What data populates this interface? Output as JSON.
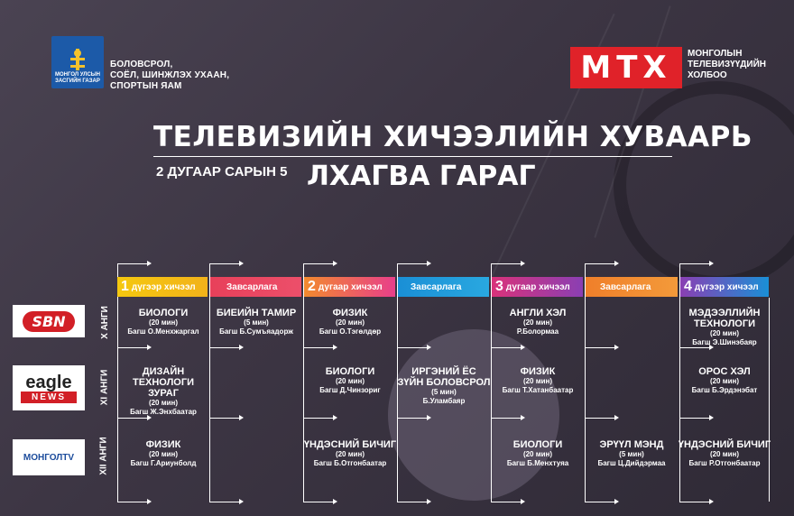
{
  "header": {
    "emblem_text": "МОНГОЛ УЛСЫН\nЗАСГИЙН ГАЗАР",
    "ministry": "БОЛОВСРОЛ,\nСОЁЛ, ШИНЖЛЭХ УХААН,\nСПОРТЫН ЯАМ",
    "mtx_logo": "МТХ",
    "mtx_name": "МОНГОЛЫН\nТЕЛЕВИЗҮҮДИЙН\nХОЛБОО",
    "title": "ТЕЛЕВИЗИЙН ХИЧЭЭЛИЙН ХУВААРЬ",
    "date": "2 ДУГААР САРЫН 5",
    "weekday": "ЛХАГВА ГАРАГ"
  },
  "columns": [
    {
      "num": "1",
      "label": "дүгээр хичээл",
      "color": "#f2c20e"
    },
    {
      "num": "",
      "label": "Завсарлага",
      "color": "#e8405a"
    },
    {
      "num": "2",
      "label": "дугаар хичээл",
      "color": "#e83f8a"
    },
    {
      "num": "",
      "label": "Завсарлага",
      "color": "#1f9bd7"
    },
    {
      "num": "3",
      "label": "дугаар хичээл",
      "color": "#d9327a"
    },
    {
      "num": "",
      "label": "Завсарлага",
      "color": "#f07f2a"
    },
    {
      "num": "4",
      "label": "дүгээр хичээл",
      "color": "#1a8fd6"
    }
  ],
  "rows": [
    {
      "grade": "X АНГИ",
      "channel": "SBN"
    },
    {
      "grade": "XI АНГИ",
      "channel": "eagle NEWS"
    },
    {
      "grade": "XII АНГИ",
      "channel": "МОНГОЛTV"
    }
  ],
  "cells": {
    "r0c0": {
      "subj": "БИОЛОГИ",
      "dur": "(20 мин)",
      "teach": "Багш О.Менхжаргал"
    },
    "r0c1": {
      "subj": "БИЕИЙН ТАМИР",
      "dur": "(5 мин)",
      "teach": "Багш Б.Сумъяадорж"
    },
    "r0c2": {
      "subj": "ФИЗИК",
      "dur": "(20 мин)",
      "teach": "Багш О.Тэгөлдөр"
    },
    "r0c4": {
      "subj": "АНГЛИ ХЭЛ",
      "dur": "(20 мин)",
      "teach": "Р.Болормаа"
    },
    "r0c6": {
      "subj": "МЭДЭЭЛЛИЙН\nТЕХНОЛОГИ",
      "dur": "(20 мин)",
      "teach": "Багш Э.Шинэбаяр"
    },
    "r1c0": {
      "subj": "ДИЗАЙН\nТЕХНОЛОГИ ЗУРАГ",
      "dur": "(20 мин)",
      "teach": "Багш Ж.Энхбаатар"
    },
    "r1c2": {
      "subj": "БИОЛОГИ",
      "dur": "(20 мин)",
      "teach": "Багш Д.Чинзориг"
    },
    "r1c3": {
      "subj": "ИРГЭНИЙ ЁС\nЗҮЙН БОЛОВСРОЛ",
      "dur": "(5 мин)",
      "teach": "Б.Уламбаяр"
    },
    "r1c4": {
      "subj": "ФИЗИК",
      "dur": "(20 мин)",
      "teach": "Багш Т.Хатанбаатар"
    },
    "r1c6": {
      "subj": "ОРОС ХЭЛ",
      "dur": "(20 мин)",
      "teach": "Багш Б.Эрдэнэбат"
    },
    "r2c0": {
      "subj": "ФИЗИК",
      "dur": "(20 мин)",
      "teach": "Багш Г.Ариунболд"
    },
    "r2c2": {
      "subj": "ҮНДЭСНИЙ БИЧИГ",
      "dur": "(20 мин)",
      "teach": "Багш Б.Отгонбаатар"
    },
    "r2c4": {
      "subj": "БИОЛОГИ",
      "dur": "(20 мин)",
      "teach": "Багш Б.Менхтуяа"
    },
    "r2c5": {
      "subj": "ЭРҮҮЛ МЭНД",
      "dur": "(5 мин)",
      "teach": "Багш Ц.Дийдэрмаа"
    },
    "r2c6": {
      "subj": "ҮНДЭСНИЙ БИЧИГ",
      "dur": "(20 мин)",
      "teach": "Багш Р.Отгонбаатар"
    }
  }
}
